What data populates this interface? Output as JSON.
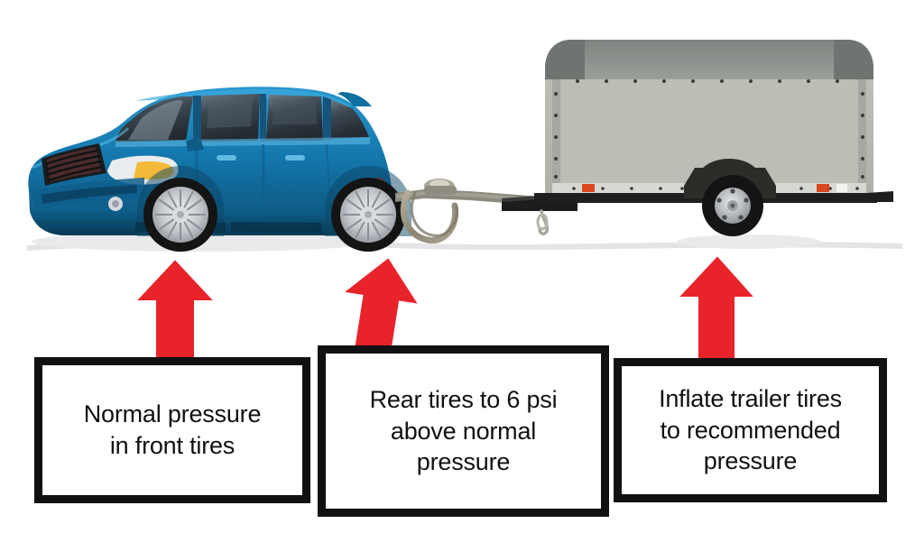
{
  "scene": {
    "title": "Towing tire pressure diagram",
    "background_color": "#ffffff",
    "ground_shadow_color": "#e3e4e6"
  },
  "vehicle": {
    "name": "blue-pt-cruiser-towing-trailer",
    "body_color": "#1172a8",
    "body_color_dark": "#0d5a85",
    "body_color_light": "#2a97cf",
    "glass_color": "#2b3036",
    "trim_color": "#1a1d20",
    "wheel_rim_color": "#c9ccd1",
    "tire_color": "#1b1b1b"
  },
  "hitch": {
    "name": "tow-hitch-and-safety-chains",
    "bar_color": "#8d8b80",
    "chain_color": "#9a9487",
    "tongue_color": "#1c1c1c"
  },
  "trailer": {
    "name": "enclosed-cargo-trailer",
    "body_color": "#b7b9b0",
    "top_band_color": "#8f9490",
    "corner_color": "#6e7470",
    "edge_color": "#9a9e99",
    "trim_strip_color": "#d6d8d4",
    "reflector_color": "#d9481f",
    "rivet_color": "#3a3d3a",
    "fender_color": "#2a2d28",
    "tire_color": "#141414",
    "rim_color": "#b9bcc0",
    "frame_color": "#1e1e1e"
  },
  "arrows": {
    "color": "#e8232a",
    "outline_color": "#ffffff",
    "items": [
      {
        "name": "arrow-front-tires",
        "label": "arrow pointing to front tire"
      },
      {
        "name": "arrow-rear-tires",
        "label": "arrow pointing to rear tire"
      },
      {
        "name": "arrow-trailer-tires",
        "label": "arrow pointing to trailer tire"
      }
    ]
  },
  "callouts": [
    {
      "id": "callout-1",
      "name": "callout-front-tires",
      "text": "Normal pressure\nin front tires",
      "border_color": "#111111",
      "background_color": "#ffffff",
      "text_color": "#111111"
    },
    {
      "id": "callout-2",
      "name": "callout-rear-tires",
      "text": "Rear tires to 6 psi\nabove normal\npressure",
      "border_color": "#111111",
      "background_color": "#ffffff",
      "text_color": "#111111"
    },
    {
      "id": "callout-3",
      "name": "callout-trailer-tires",
      "text": "Inflate trailer tires\nto recommended\npressure",
      "border_color": "#111111",
      "background_color": "#ffffff",
      "text_color": "#111111"
    }
  ]
}
